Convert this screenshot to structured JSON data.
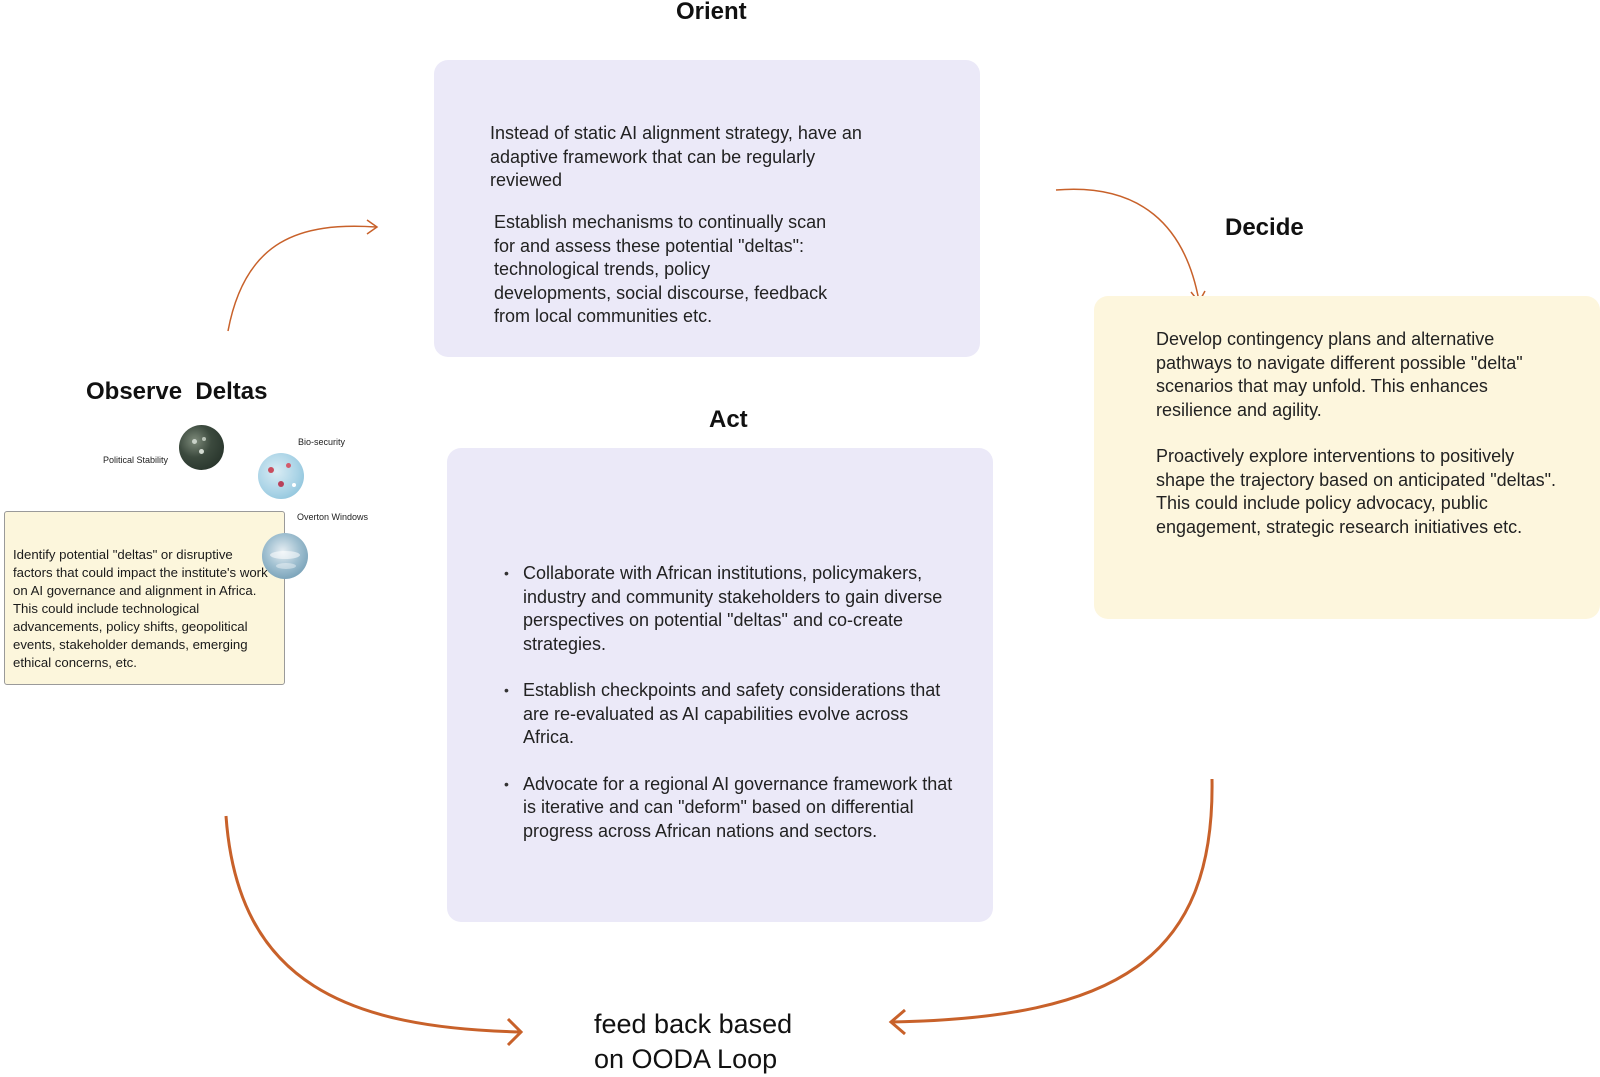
{
  "orient": {
    "heading": "Orient",
    "para1": "Instead of static AI alignment strategy, have an adaptive framework that can be regularly reviewed",
    "para2": "Establish mechanisms to continually scan for and assess these potential \"deltas\": technological trends, policy developments, social discourse, feedback from local communities  etc."
  },
  "decide": {
    "heading": "Decide",
    "para1": "Develop contingency plans and alternative pathways to navigate different possible \"delta\" scenarios that may unfold. This enhances resilience and agility.",
    "para2": "Proactively explore interventions to positively shape the trajectory based on anticipated \"deltas\". This could include policy advocacy, public engagement, strategic research initiatives etc."
  },
  "act": {
    "heading": "Act",
    "bullets": [
      "Collaborate with African institutions, policymakers, industry and community stakeholders to gain diverse perspectives on potential \"deltas\" and co-create strategies.",
      "Establish checkpoints and safety considerations that are re-evaluated as AI capabilities evolve across Africa.",
      "Advocate for a regional AI governance framework that is iterative and can \"deform\" based on differential progress across African nations and sectors."
    ]
  },
  "observe": {
    "heading": "Observe  Deltas",
    "labels": {
      "political_stability": "Political Stability",
      "bio_security": "Bio-security",
      "overton_windows": "Overton Windows"
    },
    "card_text": "Identify potential \"deltas\" or disruptive factors that could impact the institute's work on AI governance and alignment in Africa. This could include technological advancements, policy shifts, geopolitical events, stakeholder demands, emerging ethical concerns, etc."
  },
  "feedback": {
    "line1": "feed back based",
    "line2": "on OODA Loop"
  },
  "colors": {
    "arrow": "#c8612a",
    "orient_act_box": "#ebe9f8",
    "decide_box": "#fdf6dd",
    "observe_card": "#fcf6dc"
  }
}
